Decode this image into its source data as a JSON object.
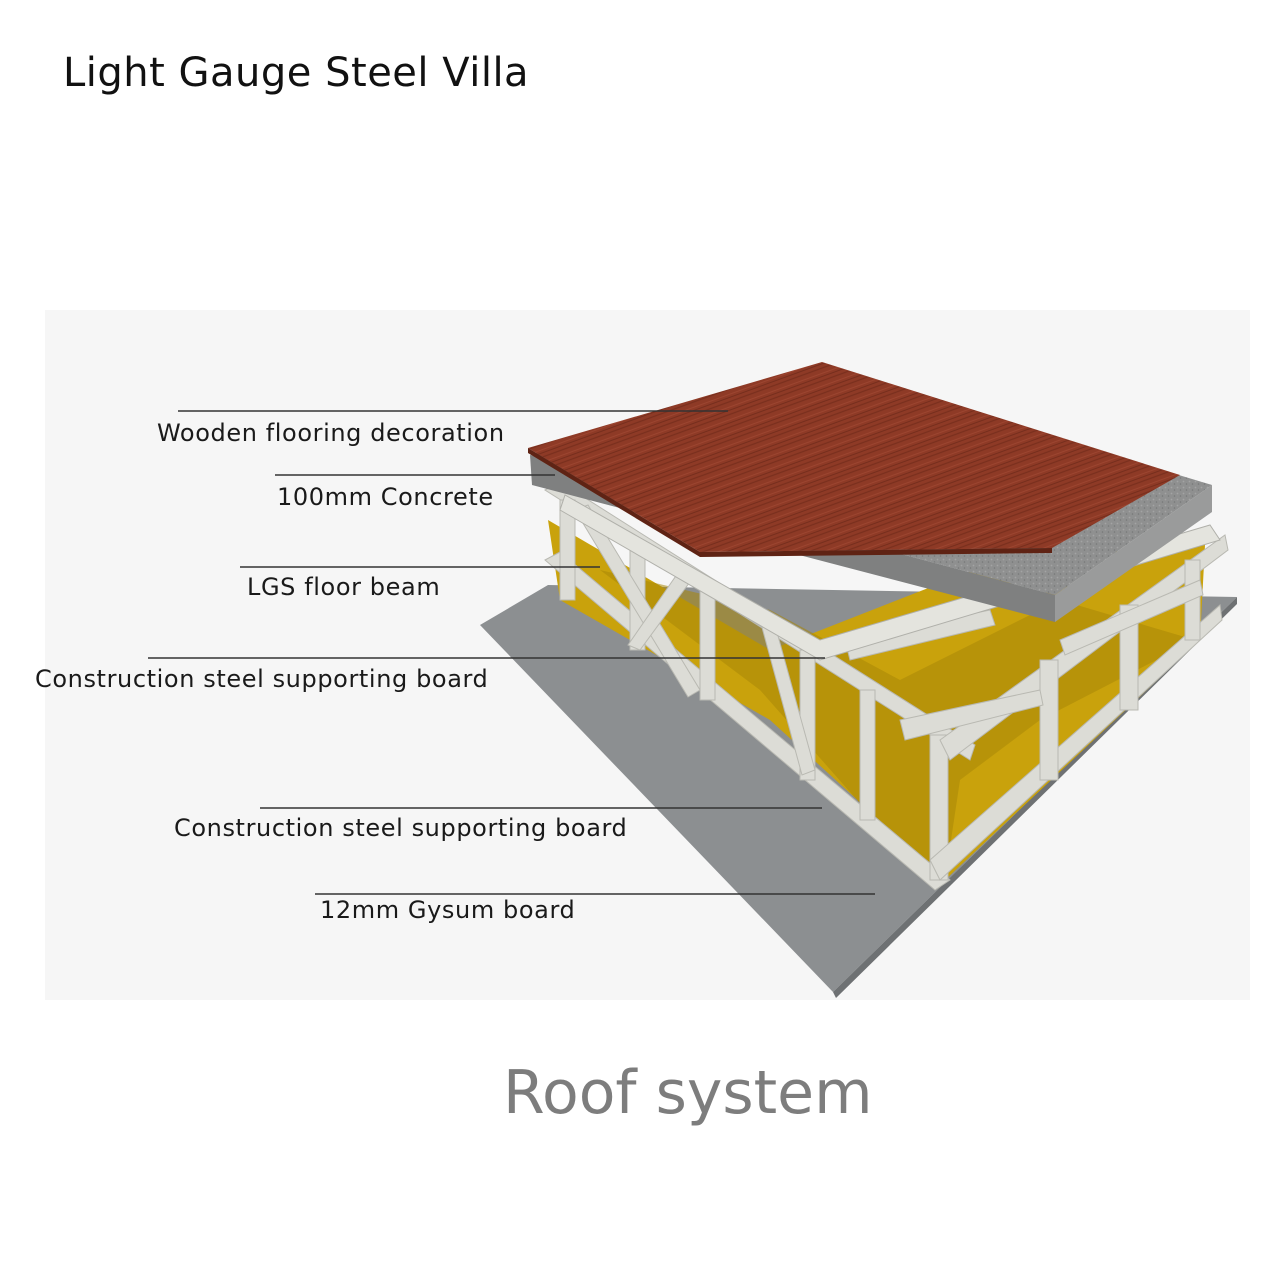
{
  "title": "Light Gauge Steel Villa",
  "caption": "Roof system",
  "callouts": [
    {
      "label": "Wooden flooring decoration"
    },
    {
      "label": "100mm Concrete"
    },
    {
      "label": "LGS floor beam"
    },
    {
      "label": "Construction steel supporting board"
    },
    {
      "label": "Construction steel supporting board"
    },
    {
      "label": "12mm Gysum board"
    }
  ],
  "colors": {
    "wood": "#8e3a26",
    "concrete": "#8f9090",
    "steel": "#d9d9d4",
    "insulation": "#c9a20c",
    "gypsum": "#8c8f91",
    "caption": "#7d7d7d"
  }
}
